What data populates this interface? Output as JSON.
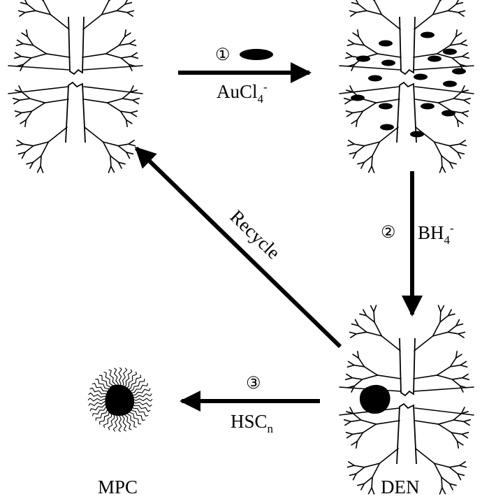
{
  "steps": [
    {
      "number": "①",
      "reagent_main": "AuCl",
      "reagent_sub": "4",
      "reagent_sup": "-"
    },
    {
      "number": "②",
      "reagent_main": "BH",
      "reagent_sub": "4",
      "reagent_sup": "-"
    },
    {
      "number": "③",
      "reagent_main": "HSC",
      "reagent_sub": "n",
      "reagent_sup": ""
    }
  ],
  "recycle_label": "Recycle",
  "species": {
    "den": "DEN",
    "mpc": "MPC"
  },
  "colors": {
    "ink": "#000000",
    "background": "#ffffff"
  }
}
